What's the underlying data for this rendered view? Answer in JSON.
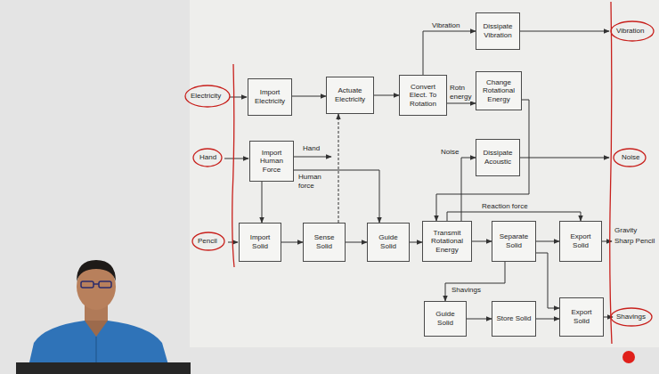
{
  "diagram": {
    "nodes": [
      {
        "text": [
          "Import Electricity"
        ]
      },
      {
        "text": [
          "Actuate Electricity"
        ]
      },
      {
        "text": [
          "Convert Elect. To Rotation"
        ]
      },
      {
        "text": [
          "Dissipate Vibration"
        ]
      },
      {
        "text": [
          "Change Rotational Energy"
        ]
      },
      {
        "text": [
          "Import Human Force"
        ]
      },
      {
        "text": [
          "Dissipate Acoustic"
        ]
      },
      {
        "text": [
          "Import Solid"
        ]
      },
      {
        "text": [
          "Sense Solid"
        ]
      },
      {
        "text": [
          "Guide Solid"
        ]
      },
      {
        "text": [
          "Transmit Rotational Energy"
        ]
      },
      {
        "text": [
          "Separate Solid"
        ]
      },
      {
        "text": [
          "Export Solid"
        ]
      },
      {
        "text": [
          "Guide Solid"
        ]
      },
      {
        "text": [
          "Store Solid"
        ]
      },
      {
        "text": [
          "Export Solid"
        ]
      }
    ],
    "edges": [
      {
        "from": 0,
        "to": 1,
        "arrow": "to"
      },
      {
        "from": 1,
        "to": 2,
        "arrow": "to"
      },
      {
        "from": 2,
        "to": 3,
        "label": "Vibration",
        "arrow": "to"
      },
      {
        "from": 2,
        "to": 4,
        "label": "Rotn energy",
        "arrow": "to"
      },
      {
        "from": 4,
        "to": 10,
        "arrow": "to"
      },
      {
        "from": 5,
        "to": 7,
        "arrow": "to"
      },
      {
        "from": 5,
        "to": 9,
        "label": "Human force",
        "arrow": "to"
      },
      {
        "from": 8,
        "to": 1,
        "arrow": "to"
      },
      {
        "from": 7,
        "to": 8,
        "arrow": "to"
      },
      {
        "from": 8,
        "to": 9,
        "arrow": "to"
      },
      {
        "from": 9,
        "to": 10,
        "arrow": "to"
      },
      {
        "from": 10,
        "to": 6,
        "label": "Noise",
        "arrow": "to"
      },
      {
        "from": 10,
        "to": 11,
        "arrow": "to"
      },
      {
        "from": 10,
        "to": 12,
        "label": "Reaction force",
        "arrow": "to"
      },
      {
        "from": 11,
        "to": 12,
        "arrow": "to"
      },
      {
        "from": 11,
        "to": 13,
        "label": "Shavings",
        "arrow": "to"
      },
      {
        "from": 11,
        "to": 15,
        "arrow": "to"
      },
      {
        "from": 13,
        "to": 14,
        "arrow": "to"
      },
      {
        "from": 14,
        "to": 15,
        "arrow": "to"
      }
    ],
    "labels": [
      "Electricity",
      "Hand",
      "Pencil",
      "Hand",
      "Vibration",
      "Noise",
      "Gravity",
      "Sharp Pencil",
      "Shavings"
    ]
  }
}
